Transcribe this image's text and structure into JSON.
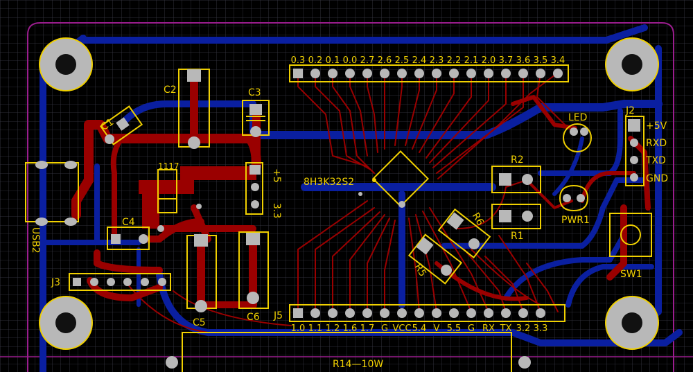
{
  "colors": {
    "background": "#000000",
    "grid": "#3a3a48",
    "top_copper": "#9a0000",
    "bottom_copper": "#0a1fa0",
    "silkscreen": "#f0d000",
    "pad": "#b8b8b8",
    "outline": "#9b1d8e"
  },
  "components": {
    "c1": "C1",
    "c2": "C2",
    "c3": "C3",
    "c4": "C4",
    "c5": "C5",
    "c6": "C6",
    "regulator": "1117",
    "usb": "USB2",
    "j3": "J3",
    "j5": "J5",
    "j2": "J2",
    "mcu": "8H3K32S2",
    "r1": "R1",
    "r2": "R2",
    "r5": "R5",
    "r6": "R6",
    "led": "LED",
    "pwr": "PWR1",
    "sw1": "SW1",
    "r14": "R14—10W",
    "p5v": "+5",
    "p33": "3.3"
  },
  "header_top": [
    "0.3",
    "0.2",
    "0.1",
    "0.0",
    "2.7",
    "2.6",
    "2.5",
    "2.4",
    "2.3",
    "2.2",
    "2.1",
    "2.0",
    "3.7",
    "3.6",
    "3.5",
    "3.4"
  ],
  "header_bottom": [
    "1.0",
    "1.1",
    "1.2",
    "1.6",
    "1.7",
    "G",
    "VCC",
    "5.4",
    "V",
    "5.5",
    "G",
    "RX",
    "TX",
    "3.2",
    "3.3"
  ],
  "j2_pins": [
    "+5V",
    "RXD",
    "TXD",
    "GND"
  ]
}
